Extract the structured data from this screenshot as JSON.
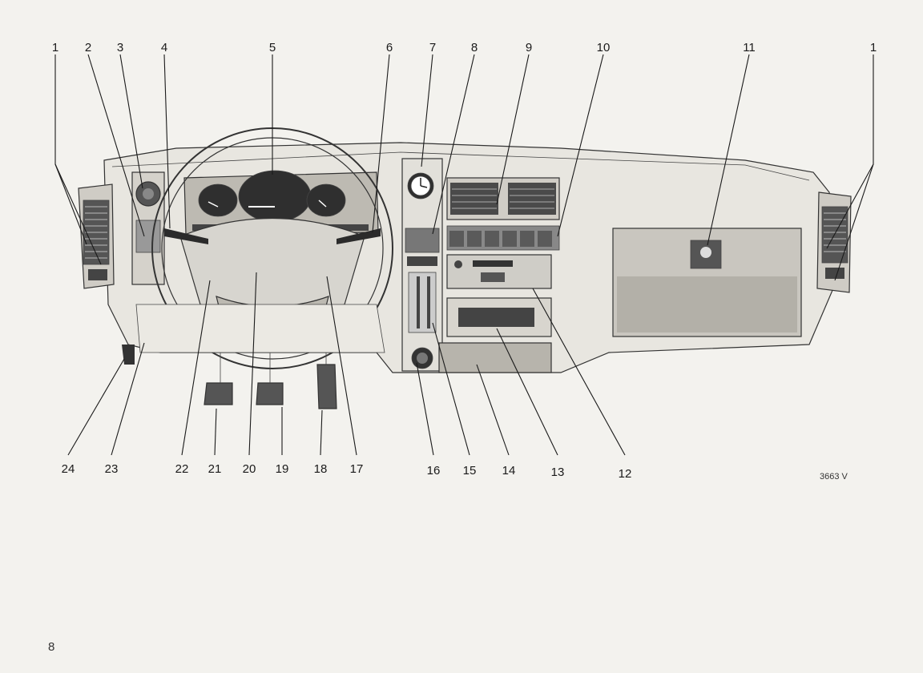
{
  "diagram": {
    "callouts": [
      {
        "id": "c1-left",
        "label": "1"
      },
      {
        "id": "c2",
        "label": "2"
      },
      {
        "id": "c3",
        "label": "3"
      },
      {
        "id": "c4",
        "label": "4"
      },
      {
        "id": "c5",
        "label": "5"
      },
      {
        "id": "c6",
        "label": "6"
      },
      {
        "id": "c7",
        "label": "7"
      },
      {
        "id": "c8",
        "label": "8"
      },
      {
        "id": "c9",
        "label": "9"
      },
      {
        "id": "c10",
        "label": "10"
      },
      {
        "id": "c11",
        "label": "11"
      },
      {
        "id": "c1-right",
        "label": "1"
      },
      {
        "id": "c24",
        "label": "24"
      },
      {
        "id": "c23",
        "label": "23"
      },
      {
        "id": "c22",
        "label": "22"
      },
      {
        "id": "c21",
        "label": "21"
      },
      {
        "id": "c20",
        "label": "20"
      },
      {
        "id": "c19",
        "label": "19"
      },
      {
        "id": "c18",
        "label": "18"
      },
      {
        "id": "c17",
        "label": "17"
      },
      {
        "id": "c16",
        "label": "16"
      },
      {
        "id": "c15",
        "label": "15"
      },
      {
        "id": "c14",
        "label": "14"
      },
      {
        "id": "c13",
        "label": "13"
      },
      {
        "id": "c12",
        "label": "12"
      }
    ],
    "figure_code": "3663 V"
  },
  "page_number": "8",
  "colors": {
    "background": "#f3f2ee",
    "panel": "#e6e4de",
    "shade": "#b9b6ae",
    "dark": "#3a3a3a"
  }
}
